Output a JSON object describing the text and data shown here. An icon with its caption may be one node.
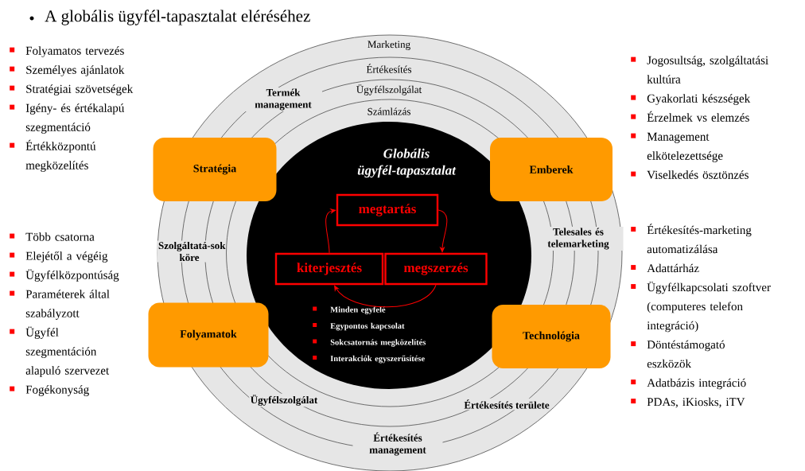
{
  "diagram": {
    "title": "A globális ügyfél-tapasztalat eléréséhez",
    "nodes": [
      {
        "text": [
          "Globális ügyfél-tapasztalat"
        ]
      },
      {
        "text": [
          "megtartás"
        ],
        "in": 0
      },
      {
        "text": [
          "kiterjesztés"
        ],
        "in": 0
      },
      {
        "text": [
          "megszerzés"
        ],
        "in": 0
      },
      {
        "text": [
          "Stratégia"
        ]
      },
      {
        "text": [
          "Emberek"
        ]
      },
      {
        "text": [
          "Folyamatok"
        ]
      },
      {
        "text": [
          "Technológia"
        ]
      }
    ],
    "edges": [
      {
        "from": 1,
        "to": 3,
        "arrow": "to"
      },
      {
        "from": 3,
        "to": 2,
        "arrow": "to"
      },
      {
        "from": 2,
        "to": 1,
        "arrow": "to"
      }
    ],
    "labels": [
      "Folyamatos tervezés",
      "Személyes ajánlatok",
      "Stratégiai szövetségek",
      "Igény- és értékalapú szegmentáció",
      "Értékközpontú megközelítés",
      "Marketing",
      "Értékesítés",
      "Ügyfélszolgálat",
      "Számlázás",
      "Termék management",
      "Jogosultság, szolgáltatási kultúra",
      "Gyakorlati készségek",
      "Érzelmek vs elemzés",
      "Management elkötelezettsége",
      "Viselkedés ösztönzés",
      "Szolgáltatá-sok köre",
      "Telesales és telemarketing",
      "Több csatorna",
      "Elejétől a végéig",
      "Ügyfélközpontúság",
      "Paraméterek által szabályzott",
      "Ügyfél szegmentáción alapuló szervezet",
      "Fogékonyság",
      "Értékesítés-marketing automatizálása",
      "Adattárház",
      "Ügyfélkapcsolati szoftver (computeres telefon integráció)",
      "Döntéstámogató eszközök",
      "Adatbázis integráció",
      "PDAs, iKiosks, iTV",
      "Minden egyfelé",
      "Egypontos kapcsolat",
      "Sokcsatornás megközelítés",
      "Interakciók egyszerűsítése",
      "Ügyfélszolgálat",
      "Értékesítés területe",
      "Értékesítés management"
    ]
  }
}
